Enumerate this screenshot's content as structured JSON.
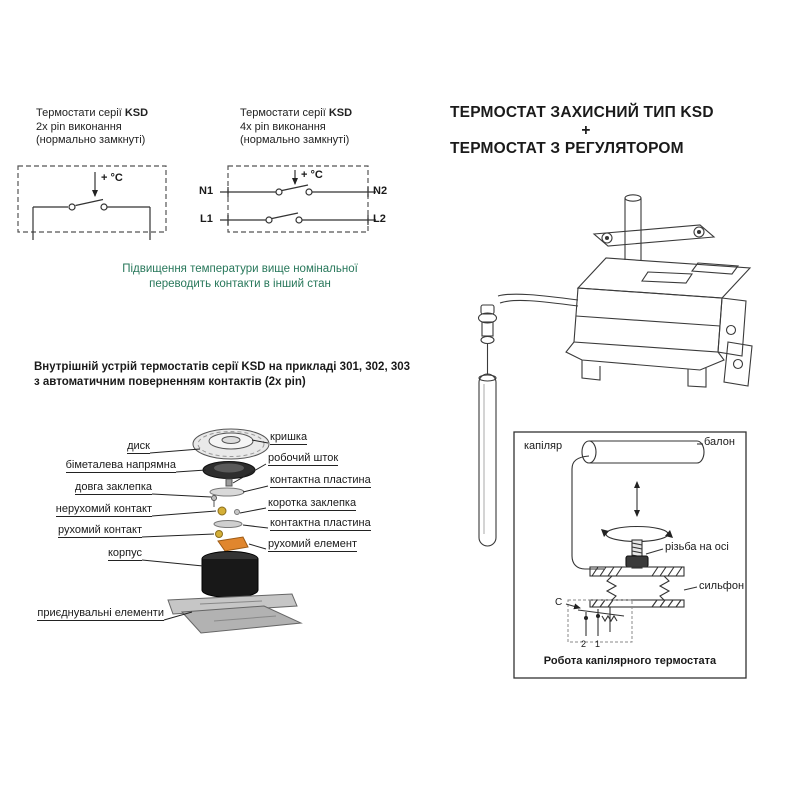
{
  "header": {
    "title_line1": "ТЕРМОСТАТ ЗАХИСНИЙ ТИП KSD",
    "title_plus": "+",
    "title_line2": "ТЕРМОСТАТ З РЕГУЛЯТОРОМ"
  },
  "circuits": {
    "two_pin": {
      "title_pre": "Термостати серії ",
      "title_bold": "KSD",
      "subtitle1": "2х pin виконання",
      "subtitle2": "(нормально замкнуті)",
      "temp_label": "+ °C"
    },
    "four_pin": {
      "title_pre": "Термостати серії ",
      "title_bold": "KSD",
      "subtitle1": "4х pin виконання",
      "subtitle2": "(нормально замкнуті)",
      "temp_label": "+ °C",
      "terminal_n1": "N1",
      "terminal_n2": "N2",
      "terminal_l1": "L1",
      "terminal_l2": "L2"
    },
    "note_line1": "Підвищення температури вище номінальної",
    "note_line2": "переводить контакти в інший стан"
  },
  "exploded": {
    "heading_line1": "Внутрішній устрій термостатів серії KSD на прикладі 301, 302, 303",
    "heading_line2": "з автоматичним поверненням контактів  (2х pin)",
    "left_labels": [
      "диск",
      "біметалева напрямна",
      "довга заклепка",
      "нерухомий контакт",
      "рухомий контакт",
      "корпус",
      "приєднувальні елементи"
    ],
    "right_labels": [
      "кришка",
      "робочий шток",
      "контактна пластина",
      "коротка заклепка",
      "контактна пластина",
      "рухомий елемент"
    ]
  },
  "capillary": {
    "label_capillary": "капіляр",
    "label_bulb": "балон",
    "label_thread": "різьба на осі",
    "label_bellows": "сильфон",
    "label_c": "C",
    "label_1": "1",
    "label_2": "2",
    "caption": "Робота капілярного термостата"
  },
  "colors": {
    "note_text": "#27775a",
    "contact_gold": "#d4af37",
    "movable_element_orange": "#e0862e"
  }
}
